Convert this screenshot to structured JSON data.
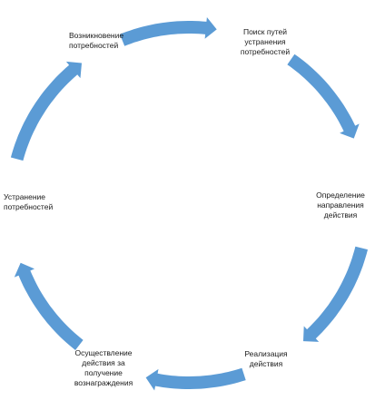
{
  "diagram": {
    "arrow_color": "#5b9bd5",
    "stages": [
      {
        "label": "Возникновение\nпотребностей"
      },
      {
        "label": "Поиск путей\nустранения\nпотребностей"
      },
      {
        "label": "Определение\nнаправления\nдействия"
      },
      {
        "label": "Реализация\nдействия"
      },
      {
        "label": "Осуществление\nдействия за\nполучение\nвознаграждения"
      },
      {
        "label": "Устранение\nпотребностей"
      }
    ],
    "arrows": [
      {
        "icon": "curved-arrow-icon",
        "from": 0,
        "to": 1
      },
      {
        "icon": "curved-arrow-icon",
        "from": 1,
        "to": 2
      },
      {
        "icon": "curved-arrow-icon",
        "from": 2,
        "to": 3
      },
      {
        "icon": "curved-arrow-icon",
        "from": 3,
        "to": 4
      },
      {
        "icon": "curved-arrow-icon",
        "from": 4,
        "to": 5
      },
      {
        "icon": "curved-arrow-icon",
        "from": 5,
        "to": 0
      }
    ]
  }
}
